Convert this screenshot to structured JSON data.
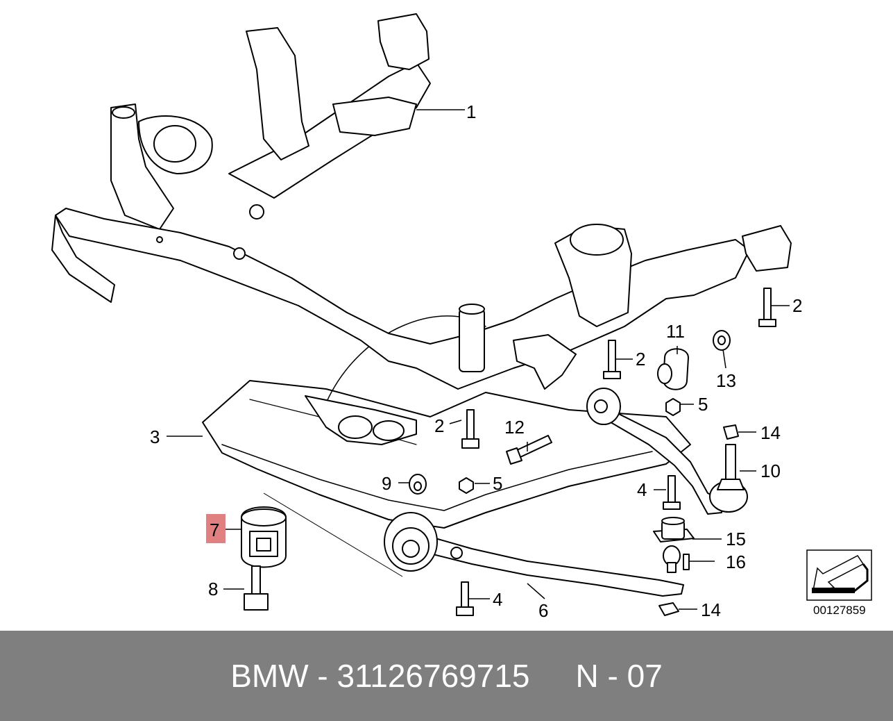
{
  "diagram": {
    "diagram_number": "00127859",
    "highlight_color": "#e08080",
    "callouts": {
      "c1": "1",
      "c2a": "2",
      "c2b": "2",
      "c2c": "2",
      "c3": "3",
      "c4a": "4",
      "c4b": "4",
      "c5a": "5",
      "c5b": "5",
      "c6": "6",
      "c7": "7",
      "c8": "8",
      "c9": "9",
      "c10": "10",
      "c11": "11",
      "c12": "12",
      "c13": "13",
      "c14a": "14",
      "c14b": "14",
      "c15": "15",
      "c16": "16"
    }
  },
  "footer": {
    "brand": "BMW",
    "separator": "-",
    "part_number": "31126769715",
    "position_prefix": "N",
    "position_number": "07"
  }
}
